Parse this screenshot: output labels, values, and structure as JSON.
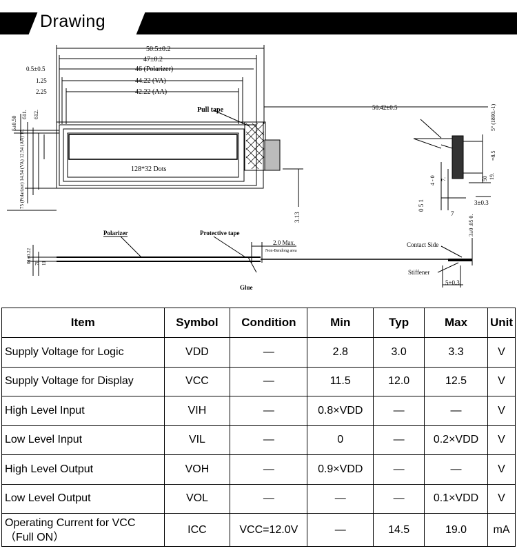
{
  "header": {
    "title": "Drawing"
  },
  "drawing": {
    "dim_50_5": "50.5±0.2",
    "dim_47": "47±0.2",
    "dim_0_5": "0.5±0.5",
    "dim_46": "46 (Polarizer)",
    "dim_1_25": "1.25",
    "dim_44_22": "44.22 (VA)",
    "dim_2_25": "2.25",
    "dim_42_22": "42.22 (AA)",
    "pull_tape": "Pull tape",
    "dots": "128*32 Dots",
    "dim_50_42": "50.42±0.5",
    "dim_5_50": "5±0.50",
    "dim_611": "611.",
    "dim_612": "612.",
    "dim_left_stack": "75 (Polarizer) 14.54 (VA) 12.54 (AA) 10.",
    "dim_3_13": "3.13",
    "dim_5_1890": "5° (1890.-1)",
    "dim_8_5": "=8.5",
    "dim_19": "19.",
    "dim_50": "50",
    "dim_3_0_3": "3±0.3",
    "dim_4": "4 - 0",
    "dim_7a": "7.",
    "dim_051": "0 5 1",
    "dim_7b": "7",
    "polarizer": "Polarizer",
    "protective_tape": "Protective tape",
    "dim_2_0_max": "2.0 Max.",
    "non_bending": "Non-Bendong area",
    "contact_side": "Contact Side",
    "dim_3_0": "3±0 .05 0.",
    "stiffener": "Stiffener",
    "dim_5_0_3": "5±0.3",
    "glue": "Glue",
    "dim_0_22": "01±0.22",
    "dim_70": "70.",
    "dim_11": "11"
  },
  "table": {
    "headers": [
      "Item",
      "Symbol",
      "Condition",
      "Min",
      "Typ",
      "Max",
      "Unit"
    ],
    "rows": [
      [
        "Supply Voltage for Logic",
        "VDD",
        "—",
        "2.8",
        "3.0",
        "3.3",
        "V"
      ],
      [
        "Supply Voltage for Display",
        "VCC",
        "—",
        "11.5",
        "12.0",
        "12.5",
        "V"
      ],
      [
        "High Level Input",
        "VIH",
        "—",
        "0.8×VDD",
        "—",
        "—",
        "V"
      ],
      [
        "Low Level Input",
        "VIL",
        "—",
        "0",
        "—",
        "0.2×VDD",
        "V"
      ],
      [
        "High Level Output",
        "VOH",
        "—",
        "0.9×VDD",
        "—",
        "—",
        "V"
      ],
      [
        "Low Level Output",
        "VOL",
        "—",
        "—",
        "—",
        "0.1×VDD",
        "V"
      ],
      [
        "Operating Current for VCC\n（Full ON）",
        "ICC",
        "VCC=12.0V",
        "—",
        "14.5",
        "19.0",
        "mA"
      ]
    ]
  }
}
